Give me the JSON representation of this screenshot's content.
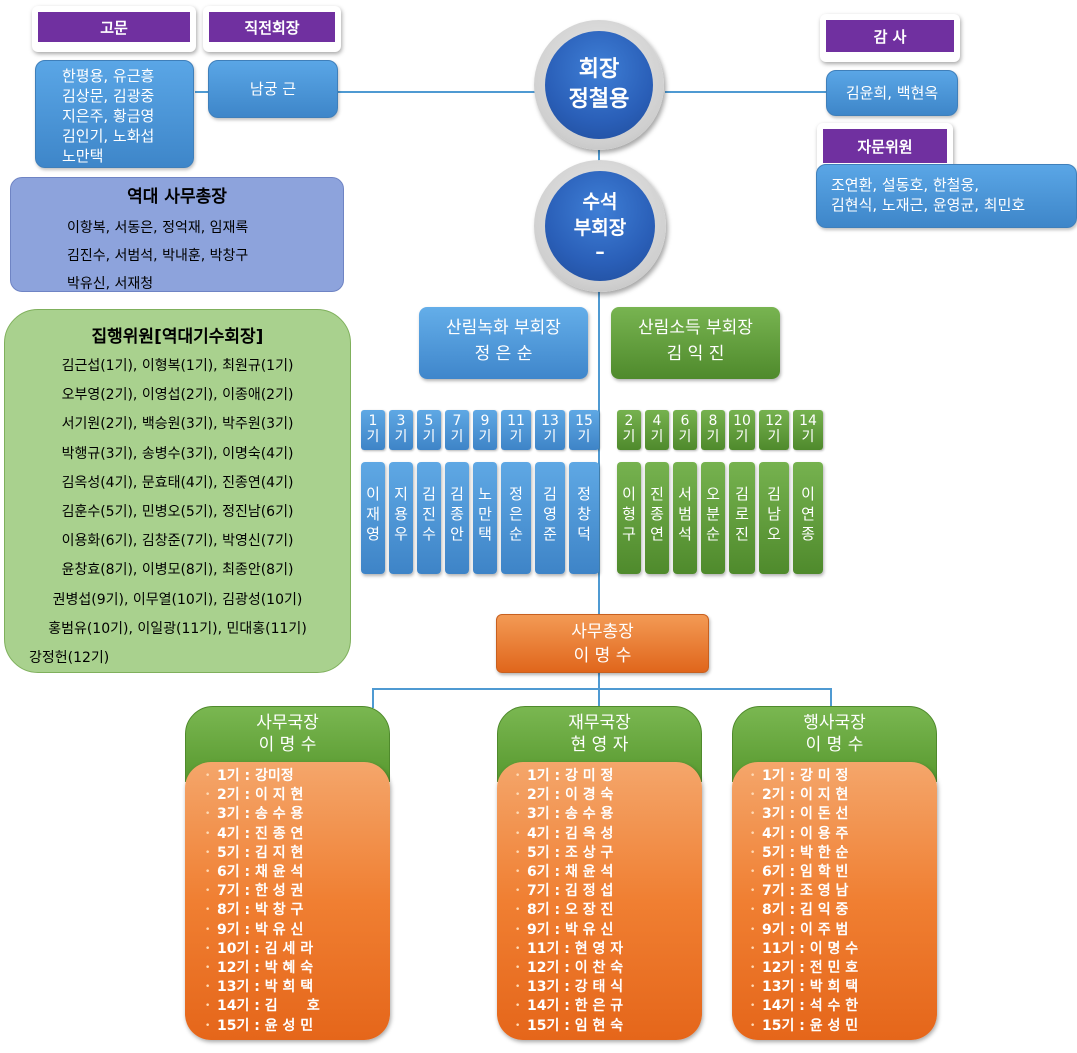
{
  "advisor": {
    "label": "고문",
    "names": [
      "한평용, 유근흥",
      "김상문, 김광중",
      "지은주, 황금영",
      "김인기, 노화섭",
      "노만택"
    ]
  },
  "former_chair": {
    "label": "직전회장",
    "name": "남궁 근"
  },
  "chair": {
    "title": "회장",
    "name": "정철용"
  },
  "auditor": {
    "label": "감 사",
    "names": "김윤희, 백현옥"
  },
  "counsel": {
    "label": "자문위원",
    "names": [
      "조연환, 설동호, 한철웅,",
      "김현식, 노재근, 윤영균, 최민호"
    ]
  },
  "senior_vice": {
    "lines": [
      "수석",
      "부회장",
      "–"
    ]
  },
  "past_sg": {
    "title": "역대 사무총장",
    "lines": [
      "이항복, 서동은, 정억재, 임재록",
      "김진수, 서범석, 박내훈, 박창구",
      "박유신, 서재청"
    ]
  },
  "executive": {
    "title": "집행위원[역대기수회장]",
    "lines": [
      "김근섭(1기), 이형복(1기), 최원규(1기)",
      "오부영(2기), 이영섭(2기), 이종애(2기)",
      "서기원(2기), 백승원(3기), 박주원(3기)",
      "박행규(3기), 송병수(3기), 이명숙(4기)",
      "김옥성(4기), 문효태(4기), 진종연(4기)",
      "김훈수(5기), 민병오(5기), 정진남(6기)",
      "이용화(6기), 김창준(7기), 박영신(7기)",
      "윤창효(8기), 이병모(8기), 최종안(8기)",
      "권병섭(9기), 이무열(10기), 김광성(10기)",
      "홍범유(10기), 이일광(11기), 민대홍(11기)",
      "강정헌(12기)"
    ]
  },
  "vp_green": {
    "title": "산림녹화 부회장",
    "name": "정 은 순",
    "gens": [
      [
        "1",
        "기"
      ],
      [
        "3",
        "기"
      ],
      [
        "5",
        "기"
      ],
      [
        "7",
        "기"
      ],
      [
        "9",
        "기"
      ],
      [
        "11",
        "기"
      ],
      [
        "13",
        "기"
      ],
      [
        "15",
        "기"
      ]
    ],
    "names": [
      [
        "이",
        "재",
        "영"
      ],
      [
        "지",
        "용",
        "우"
      ],
      [
        "김",
        "진",
        "수"
      ],
      [
        "김",
        "종",
        "안"
      ],
      [
        "노",
        "만",
        "택"
      ],
      [
        "정",
        "은",
        "순"
      ],
      [
        "김",
        "영",
        "준"
      ],
      [
        "정",
        "창",
        "덕"
      ]
    ]
  },
  "vp_income": {
    "title": "산림소득 부회장",
    "name": "김 익 진",
    "gens": [
      [
        "2",
        "기"
      ],
      [
        "4",
        "기"
      ],
      [
        "6",
        "기"
      ],
      [
        "8",
        "기"
      ],
      [
        "10",
        "기"
      ],
      [
        "12",
        "기"
      ],
      [
        "14",
        "기"
      ]
    ],
    "names": [
      [
        "이",
        "형",
        "구"
      ],
      [
        "진",
        "종",
        "연"
      ],
      [
        "서",
        "범",
        "석"
      ],
      [
        "오",
        "분",
        "순"
      ],
      [
        "김",
        "로",
        "진"
      ],
      [
        "김",
        "남",
        "오"
      ],
      [
        "이",
        "연",
        "종"
      ]
    ]
  },
  "secretary_general": {
    "title": "사무총장",
    "name": "이 명 수"
  },
  "bureaus": [
    {
      "title": "사무국장",
      "name": "이 명 수",
      "items": [
        "1기 : 강미정",
        "2기 : 이 지 현",
        "3기 : 송 수 용",
        "4기 : 진 종 연",
        "5기 : 김 지 현",
        "6기 : 채 윤 석",
        "7기 : 한 성 권",
        "8기 : 박 창 구",
        "9기 : 박 유 신",
        "10기 : 김 세 라",
        "12기 : 박 혜 숙",
        "13기 : 박 희 택",
        "14기 : 김      호",
        "15기 : 윤 성 민"
      ]
    },
    {
      "title": "재무국장",
      "name": "현 영 자",
      "items": [
        "1기 : 강 미 정",
        "2기 : 이 경 숙",
        "3기 : 송 수 용",
        "4기 : 김 옥 성",
        "5기 : 조 상 구",
        "6기 : 채 윤 석",
        "7기 : 김 정 섭",
        "8기 : 오 장 진",
        "9기 : 박 유 신",
        "11기 : 현 영 자",
        "12기 : 이 찬 숙",
        "13기 : 강 태 식",
        "14기 : 한 은 규",
        "15기 : 임 현 숙"
      ]
    },
    {
      "title": "행사국장",
      "name": "이 명 수",
      "items": [
        "1기 : 강 미 정",
        "2기 : 이 지 현",
        "3기 : 이 돈 선",
        "4기 : 이 용 주",
        "5기 : 박 한 순",
        "6기 : 임 학 빈",
        "7기 : 조 영 남",
        "8기 : 김 익 중",
        "9기 : 이 주 범",
        "11기 : 이 명 수",
        "12기 : 전 민 호",
        "13기 : 박 희 택",
        "14기 : 석 수 한",
        "15기 : 윤 성 민"
      ]
    }
  ]
}
